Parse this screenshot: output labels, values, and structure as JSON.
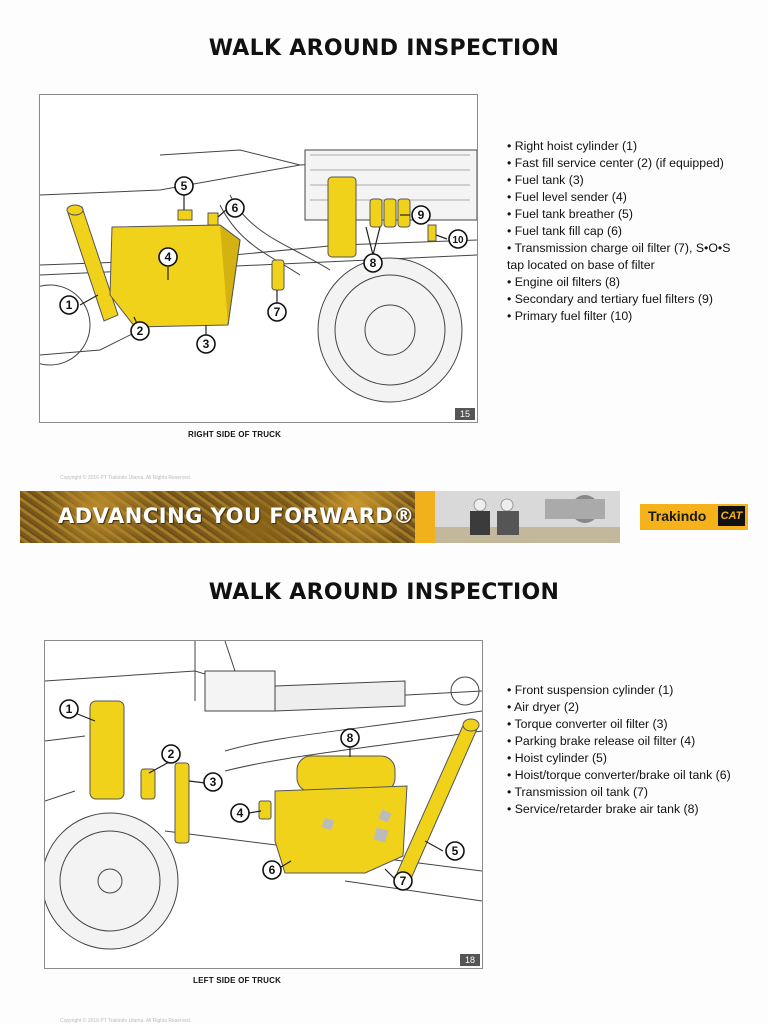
{
  "slides": [
    {
      "title": "WALK AROUND INSPECTION",
      "figure_caption": "RIGHT SIDE OF TRUCK",
      "page_number": "15",
      "bullets": [
        "Right hoist cylinder (1)",
        "Fast fill service center (2) (if equipped)",
        "Fuel tank (3)",
        "Fuel level sender (4)",
        "Fuel tank breather (5)",
        "Fuel tank fill cap (6)",
        "Transmission charge oil filter (7), S•O•S tap located on base of filter",
        "Engine oil filters (8)",
        "Secondary and tertiary fuel filters (9)",
        "Primary fuel filter (10)"
      ],
      "callouts": [
        "1",
        "2",
        "3",
        "4",
        "5",
        "6",
        "7",
        "8",
        "9",
        "10"
      ],
      "copyright": "Copyright © 2016 PT Trakindo Utama. All Rights Reserved."
    },
    {
      "title": "WALK AROUND INSPECTION",
      "figure_caption": "LEFT SIDE OF TRUCK",
      "page_number": "18",
      "bullets": [
        "Front suspension cylinder (1)",
        "Air dryer (2)",
        "Torque converter oil filter (3)",
        "Parking brake release oil filter (4)",
        "Hoist cylinder (5)",
        "Hoist/torque converter/brake oil tank (6)",
        "Transmission oil tank (7)",
        "Service/retarder brake air tank (8)"
      ],
      "callouts": [
        "1",
        "2",
        "3",
        "4",
        "5",
        "6",
        "7",
        "8"
      ],
      "copyright": "Copyright © 2016 PT Trakindo Utama. All Rights Reserved."
    }
  ],
  "banner": {
    "slogan": "ADVANCING YOU FORWARD®",
    "brand_name": "Trakindo",
    "brand_mark": "CAT"
  },
  "colors": {
    "accent_yellow": "#f1d21a",
    "banner_yellow": "#f1b11c",
    "outline": "#333333"
  }
}
